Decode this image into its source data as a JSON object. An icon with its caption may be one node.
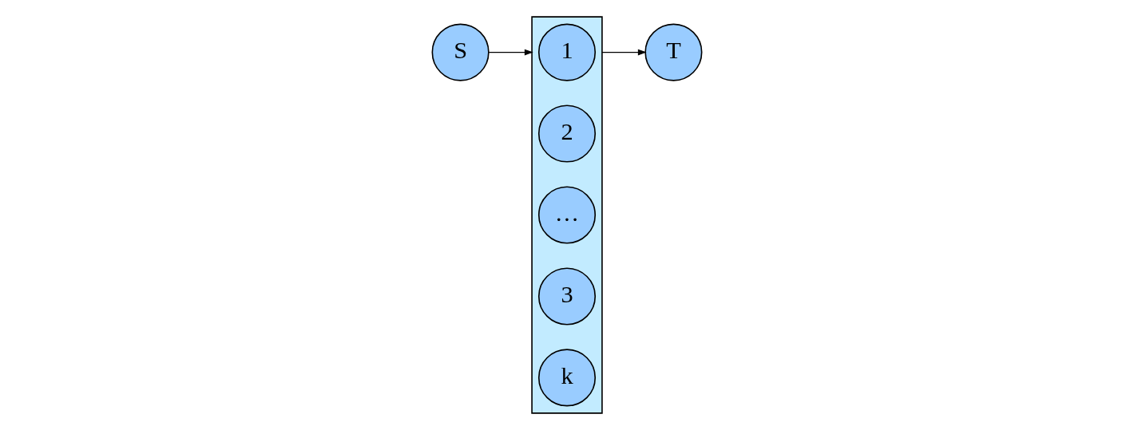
{
  "diagram": {
    "nodes": [
      {
        "text": [
          "S"
        ]
      },
      {
        "text": [],
        "shape": "burst"
      },
      {
        "text": [
          "1"
        ],
        "in": 1
      },
      {
        "text": [
          "2"
        ],
        "in": 1
      },
      {
        "text": [
          "…"
        ],
        "in": 1
      },
      {
        "text": [
          "3"
        ],
        "in": 1
      },
      {
        "text": [
          "k"
        ],
        "in": 1
      },
      {
        "text": [
          "T"
        ]
      }
    ],
    "edges": [
      {
        "from": 0,
        "to": 1,
        "arrow": "to"
      },
      {
        "from": 1,
        "to": 7,
        "arrow": "to"
      }
    ]
  }
}
